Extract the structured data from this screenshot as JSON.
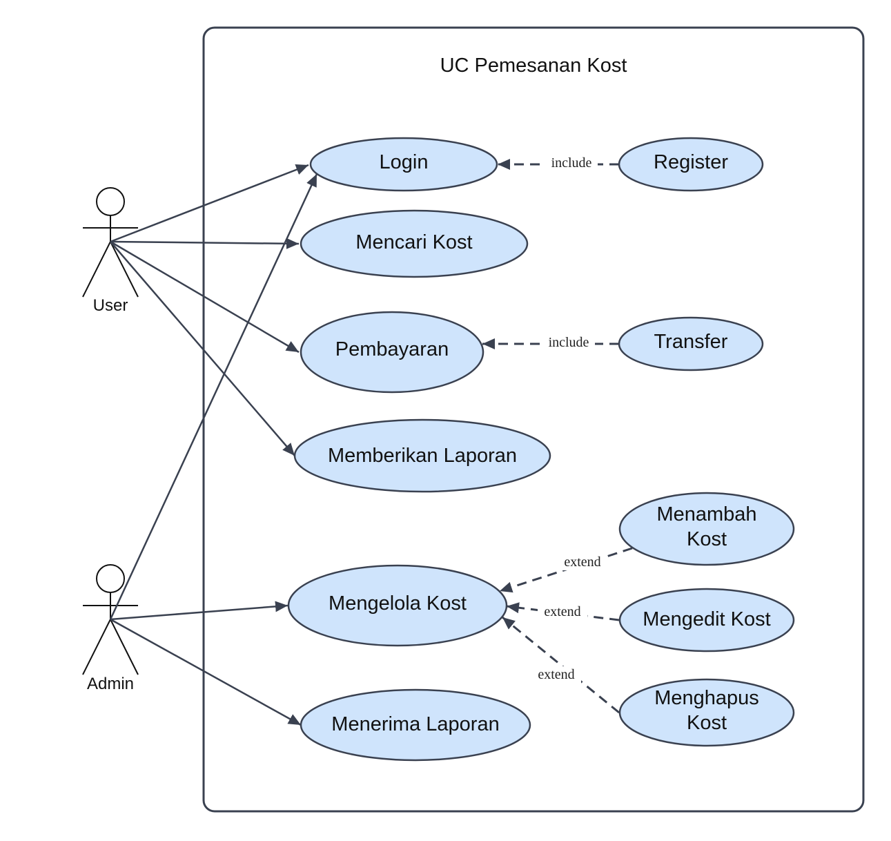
{
  "system": {
    "title": "UC Pemesanan Kost"
  },
  "colors": {
    "use_case_fill": "#cfe4fc",
    "stroke": "#3a4150",
    "background": "#ffffff"
  },
  "actors": {
    "user": "User",
    "admin": "Admin"
  },
  "use_cases": {
    "login": "Login",
    "register": "Register",
    "mencari_kost": "Mencari Kost",
    "pembayaran": "Pembayaran",
    "transfer": "Transfer",
    "memberikan_laporan": "Memberikan Laporan",
    "menambah_kost": [
      "Menambah",
      "Kost"
    ],
    "mengelola_kost": "Mengelola Kost",
    "mengedit_kost": "Mengedit Kost",
    "menghapus_kost": [
      "Menghapus",
      "Kost"
    ],
    "menerima_laporan": "Menerima Laporan"
  },
  "relations": {
    "register_include": "include",
    "transfer_include": "include",
    "menambah_extend": "extend",
    "mengedit_extend": "extend",
    "menghapus_extend": "extend"
  }
}
